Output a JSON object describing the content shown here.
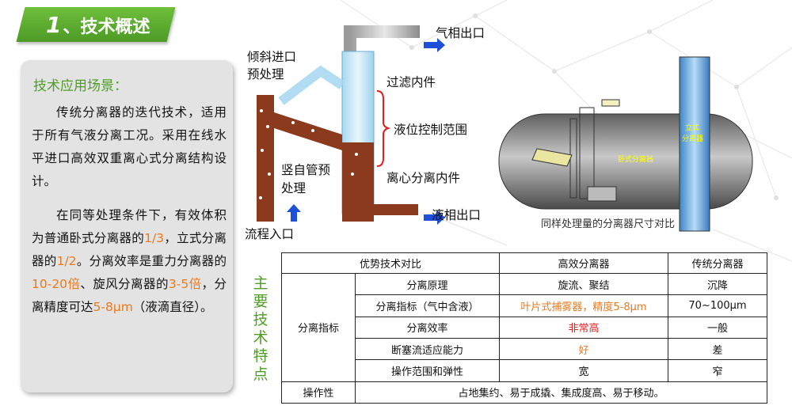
{
  "header": {
    "number": "1",
    "title": "、技术概述"
  },
  "panel": {
    "title": "技术应用场景：",
    "p1": "传统分离器的迭代技术，适用于所有气液分离工况。采用在线水平进口高效双重离心式分离结构设计。",
    "p2_a": "在同等处理条件下，有效体积为普通卧式分离器的",
    "p2_v1": "1/3",
    "p2_b": "，立式分离器的",
    "p2_v2": "1/2",
    "p2_c": "。分离效率是重力分离器的",
    "p2_v3": "10-20倍",
    "p2_d": "、旋风分离器的",
    "p2_v4": "3-5倍",
    "p2_e": "，分离精度可达",
    "p2_v5": "5-8μm",
    "p2_f": "（液滴直径）。"
  },
  "diagram": {
    "gas_outlet": "气相出口",
    "inclined_inlet": "倾斜进口",
    "pretreatment": "预处理",
    "filter_internals": "过滤内件",
    "level_range": "液位控制范围",
    "vertical_pipe": "竖自管预",
    "vertical_pipe2": "处理",
    "centrifugal": "离心分离内件",
    "liquid_outlet": "液相出口",
    "process_inlet": "流程入口",
    "horizontal_label": "卧式分离器",
    "vertical_label1": "立式",
    "vertical_label2": "分离器",
    "caption": "同样处理量的分离器尺寸对比"
  },
  "side_label": "主要技术特点",
  "table": {
    "headers": [
      "优势技术对比",
      "高效分离器",
      "传统分离器"
    ],
    "group": "分离指标",
    "rows": [
      {
        "item": "分离原理",
        "hi": "旋流、聚结",
        "trad": "沉降"
      },
      {
        "item": "分离指标（气中含液）",
        "hi": "叶片式捕雾器，精度5-8μm",
        "trad": "70~100μm"
      },
      {
        "item": "分离效率",
        "hi": "非常高",
        "trad": "一般"
      },
      {
        "item": "断塞流适应能力",
        "hi": "好",
        "trad": "差"
      },
      {
        "item": "操作范围和弹性",
        "hi": "宽",
        "trad": "窄"
      }
    ],
    "op_label": "操作性",
    "op_value": "占地集约、易于成撬、集成度高、易于移动。"
  },
  "colors": {
    "green": "#4f9d26",
    "orange": "#e87a1e",
    "red": "#e02020",
    "blue_arrow": "#1e4fd8"
  }
}
